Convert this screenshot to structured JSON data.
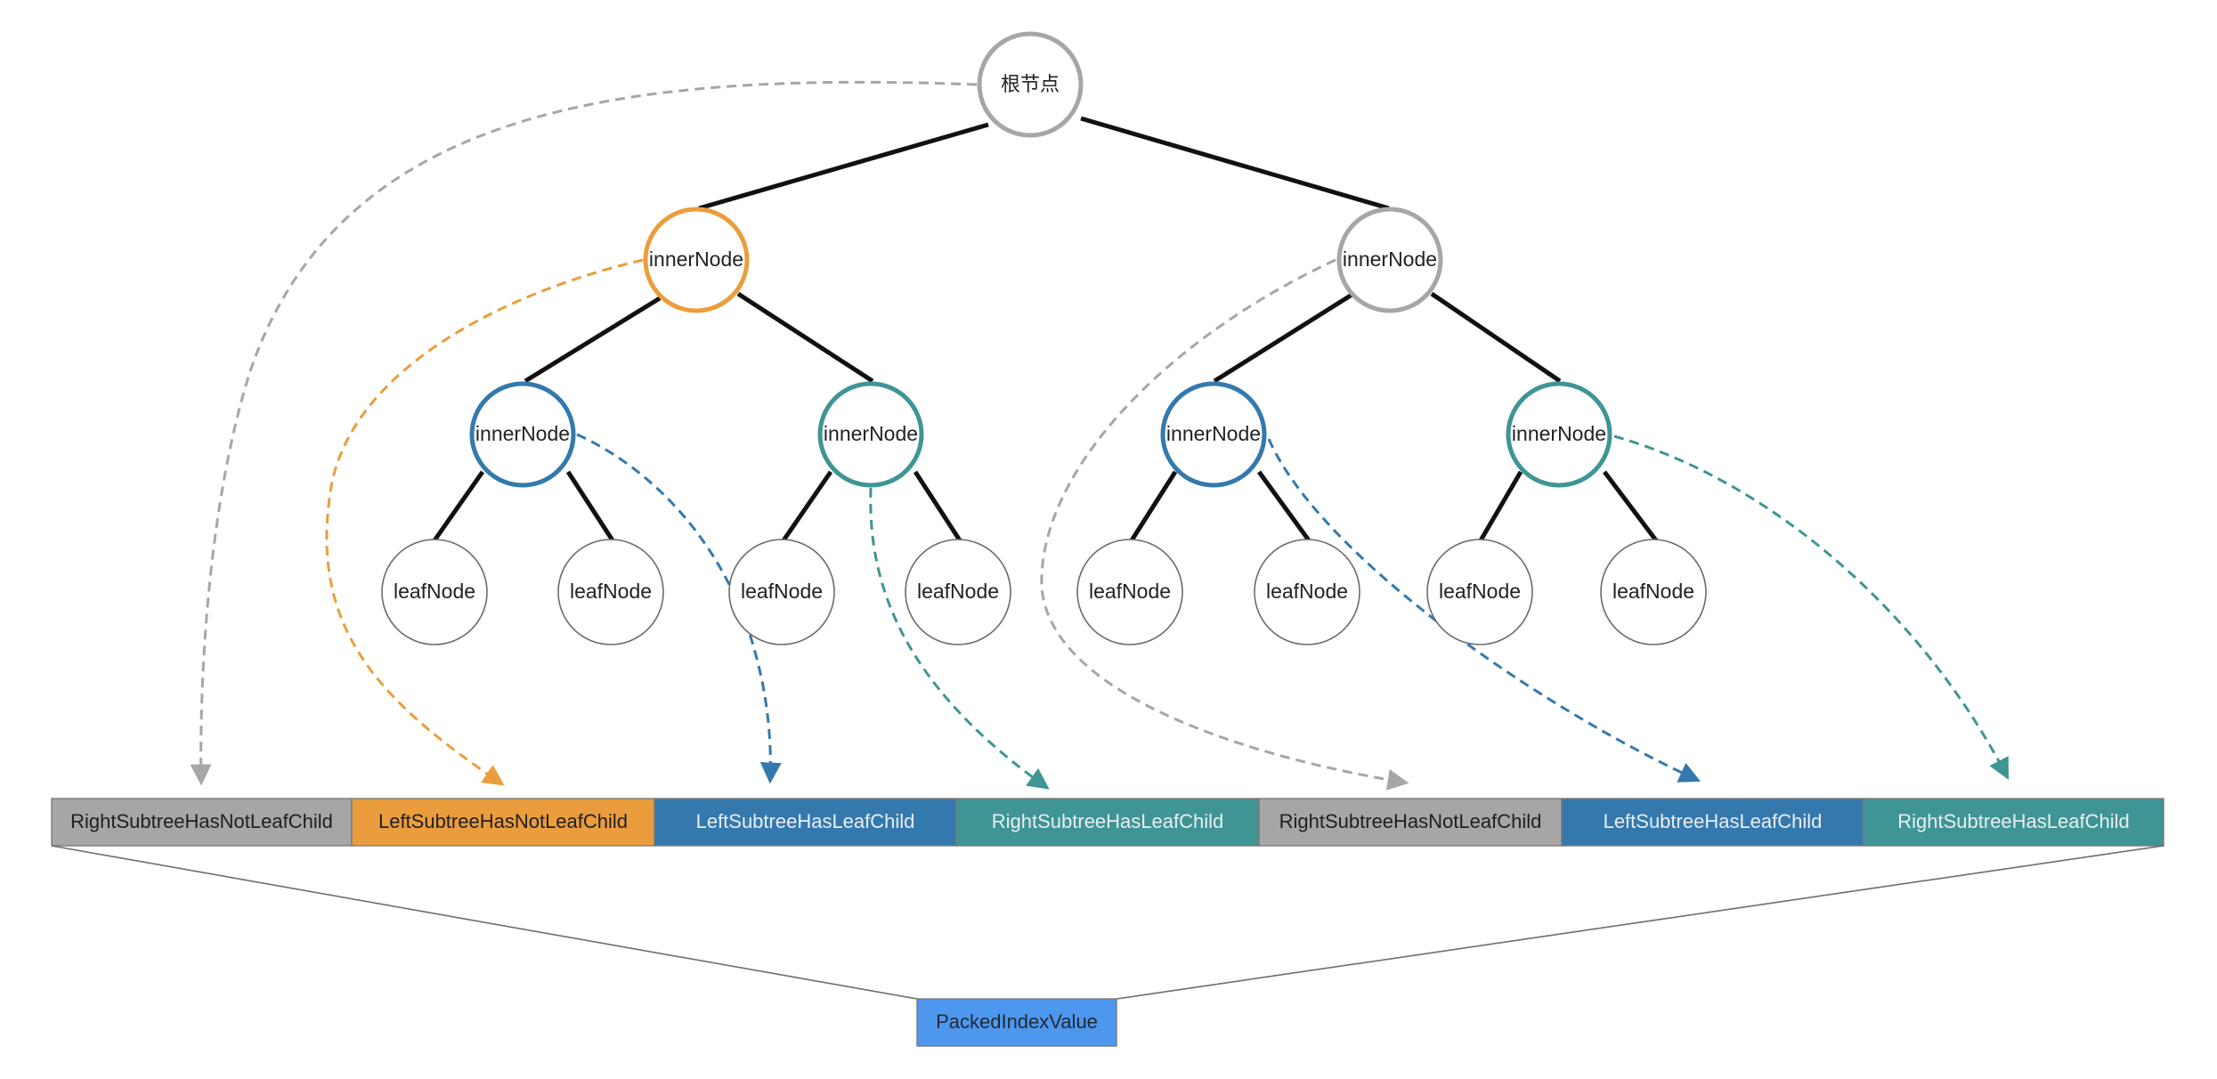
{
  "colors": {
    "gray": "#a6a6a6",
    "orange": "#eb9d3e",
    "blue": "#3479ad",
    "teal": "#3e9594",
    "packed": "#4e97ee",
    "edge": "#111111"
  },
  "tree": {
    "root": {
      "label": "根节点",
      "color": "gray"
    },
    "inner_left": {
      "label": "innerNode",
      "color": "orange"
    },
    "inner_right": {
      "label": "innerNode",
      "color": "gray"
    },
    "inner_ll": {
      "label": "innerNode",
      "color": "blue"
    },
    "inner_lr": {
      "label": "innerNode",
      "color": "teal"
    },
    "inner_rl": {
      "label": "innerNode",
      "color": "blue"
    },
    "inner_rr": {
      "label": "innerNode",
      "color": "teal"
    },
    "leaves": [
      {
        "label": "leafNode"
      },
      {
        "label": "leafNode"
      },
      {
        "label": "leafNode"
      },
      {
        "label": "leafNode"
      },
      {
        "label": "leafNode"
      },
      {
        "label": "leafNode"
      },
      {
        "label": "leafNode"
      },
      {
        "label": "leafNode"
      }
    ]
  },
  "array": {
    "segments": [
      {
        "label": "RightSubtreeHasNotLeafChild",
        "color": "gray"
      },
      {
        "label": "LeftSubtreeHasNotLeafChild",
        "color": "orange"
      },
      {
        "label": "LeftSubtreeHasLeafChild",
        "color": "blue"
      },
      {
        "label": "RightSubtreeHasLeafChild",
        "color": "teal"
      },
      {
        "label": "RightSubtreeHasNotLeafChild",
        "color": "gray"
      },
      {
        "label": "LeftSubtreeHasLeafChild",
        "color": "blue"
      },
      {
        "label": "RightSubtreeHasLeafChild",
        "color": "teal"
      }
    ]
  },
  "packed": {
    "label": "PackedIndexValue",
    "color": "packed"
  }
}
